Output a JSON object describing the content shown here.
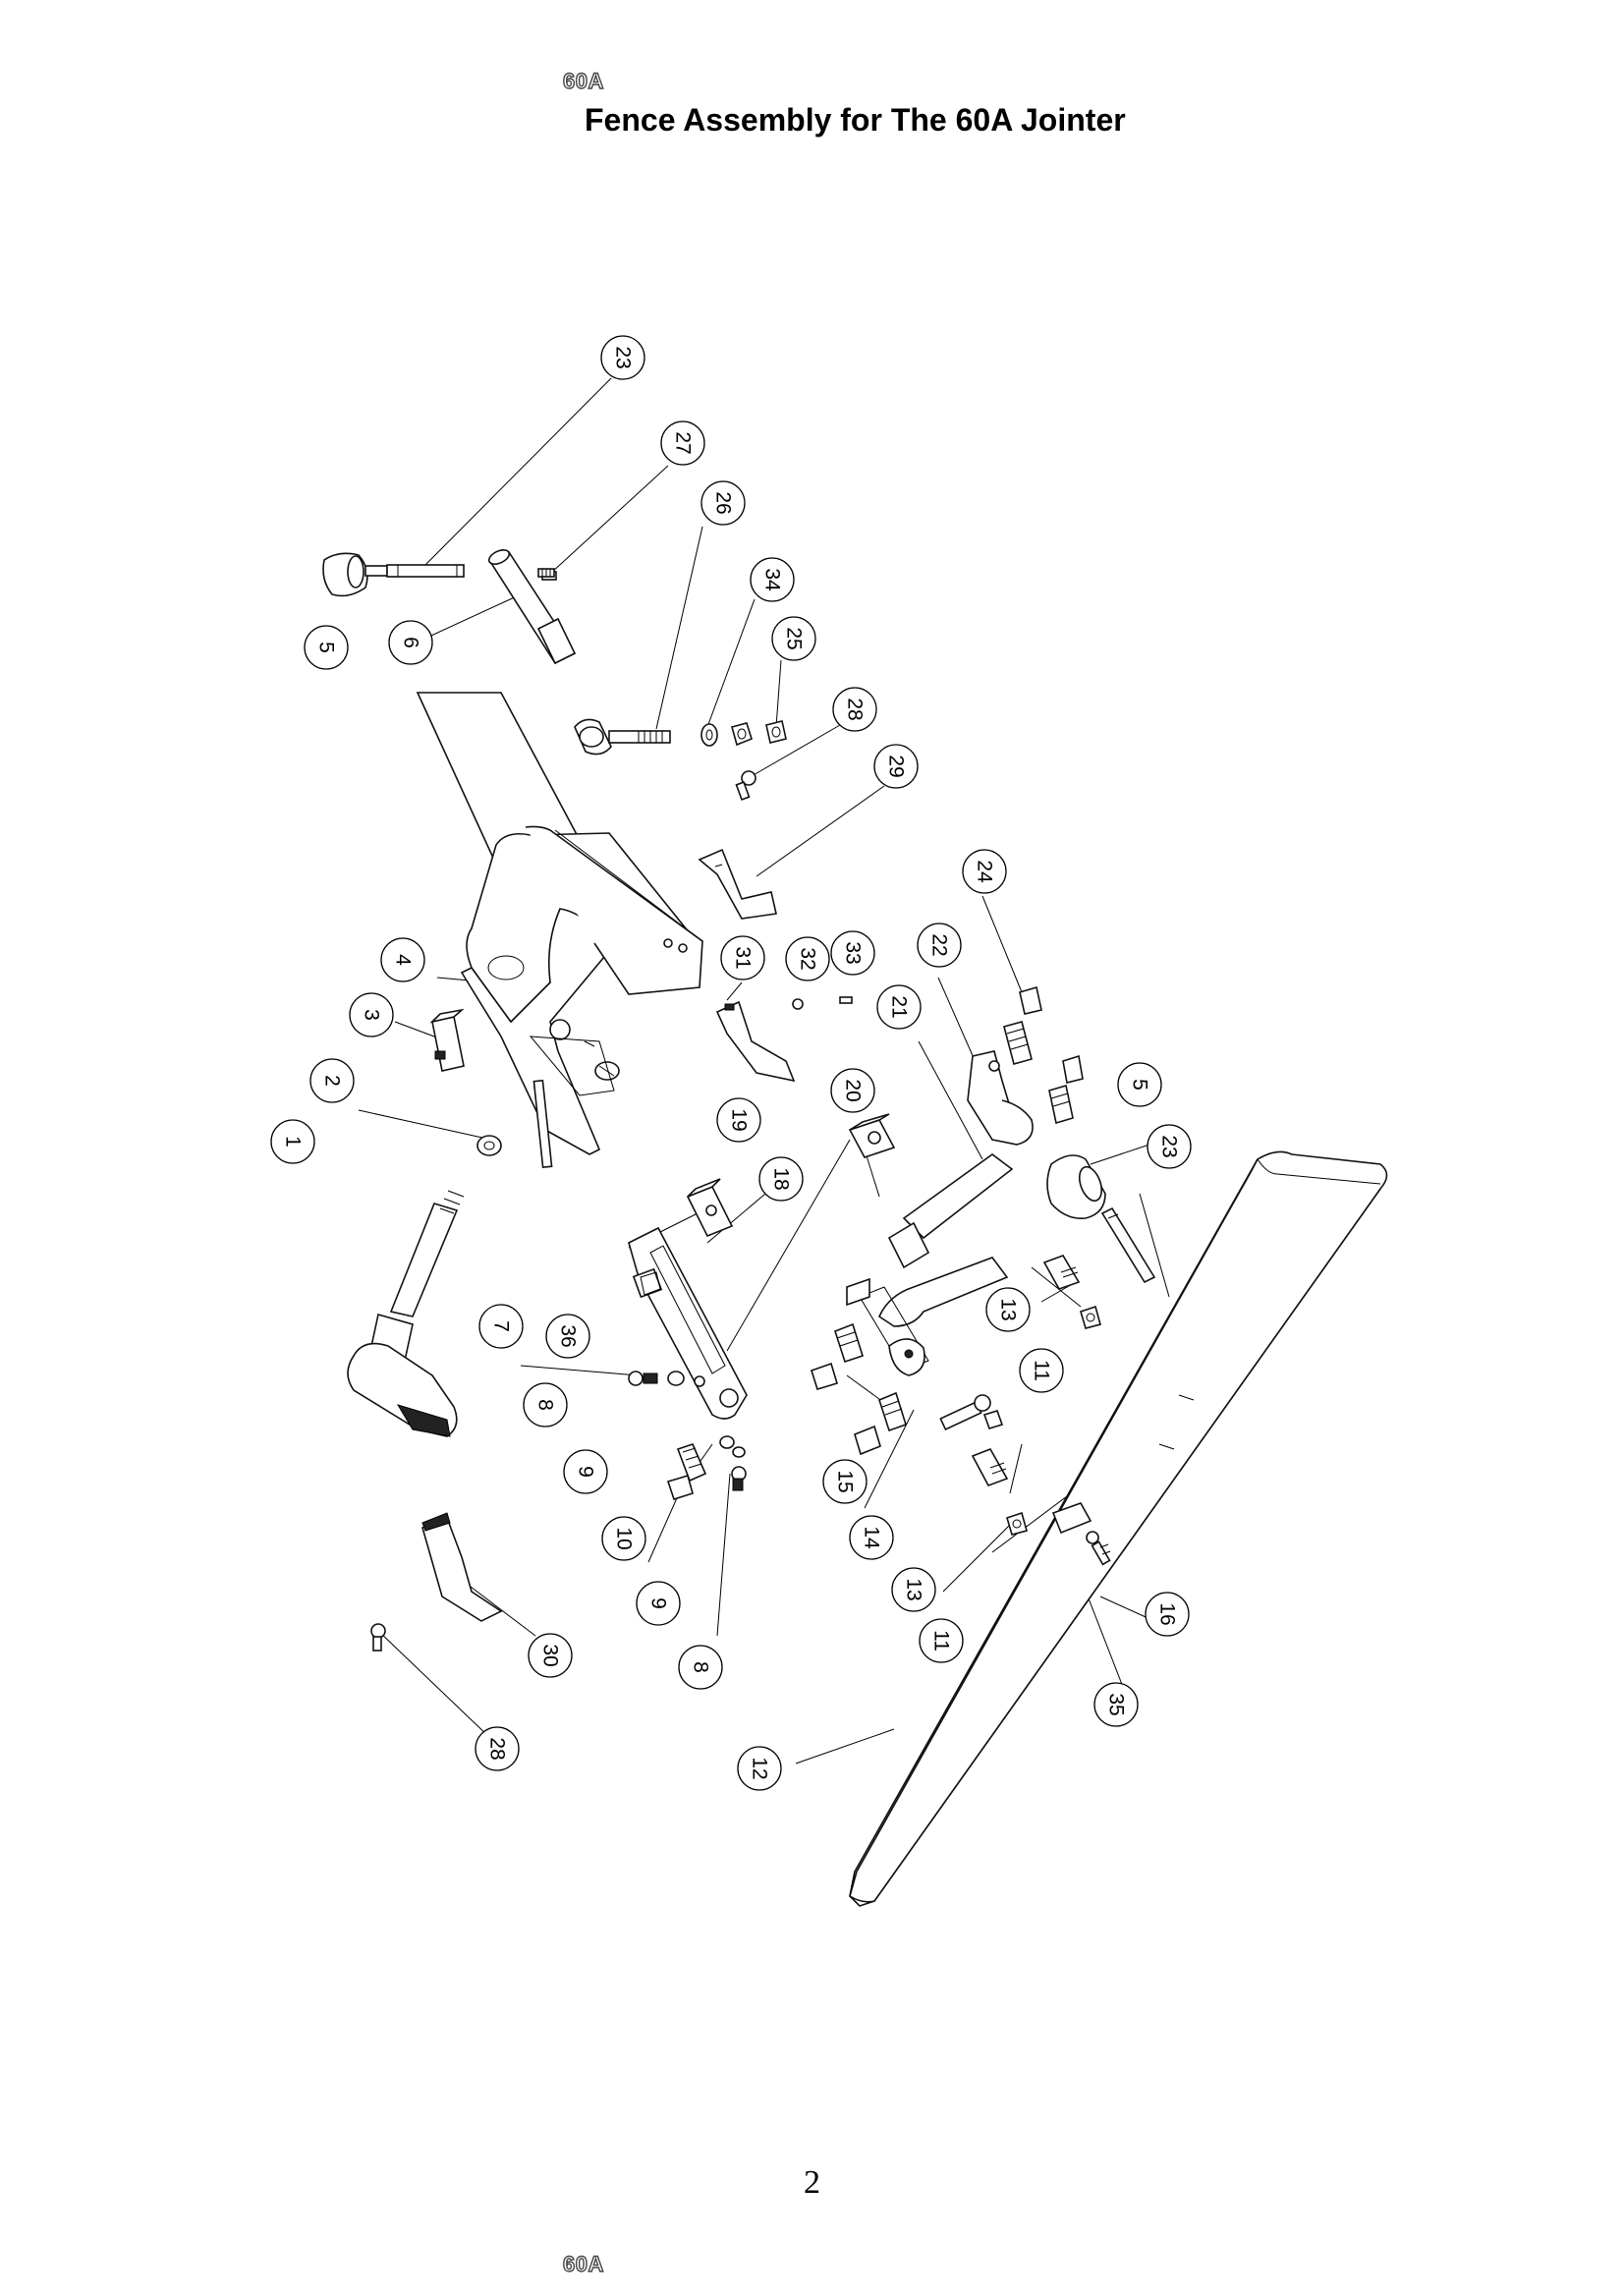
{
  "header": {
    "model_tag": "60A",
    "title": "Fence Assembly for The 60A Jointer"
  },
  "footer": {
    "page_number": "2",
    "model_tag": "60A"
  },
  "callouts": [
    "23",
    "27",
    "26",
    "34",
    "25",
    "28",
    "29",
    "5",
    "6",
    "24",
    "22",
    "4",
    "31",
    "32",
    "33",
    "21",
    "3",
    "5",
    "23",
    "2",
    "20",
    "19",
    "1",
    "18",
    "13",
    "11",
    "7",
    "36",
    "8",
    "15",
    "9",
    "14",
    "10",
    "13",
    "9",
    "11",
    "16",
    "35",
    "8",
    "30",
    "12",
    "28"
  ]
}
